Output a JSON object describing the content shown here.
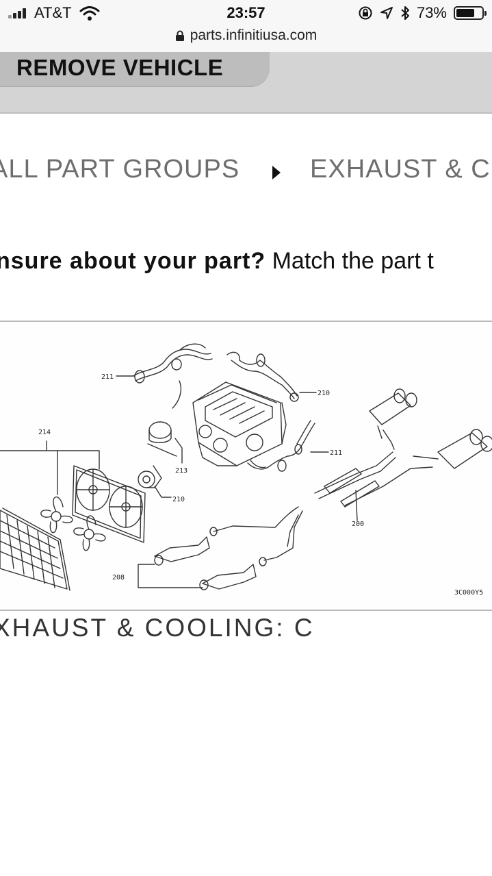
{
  "status_bar": {
    "carrier": "AT&T",
    "time": "23:57",
    "battery": "73%",
    "battery_level": 0.73
  },
  "browser": {
    "url": "parts.infinitiusa.com"
  },
  "header": {
    "remove_vehicle_label": "REMOVE VEHICLE"
  },
  "breadcrumb": {
    "items": [
      "ALL PART GROUPS",
      "EXHAUST & C"
    ]
  },
  "helper": {
    "bold_text": "nsure about your part?",
    "text": " Match the part t"
  },
  "diagram": {
    "callouts": [
      "211",
      "210",
      "214",
      "213",
      "210",
      "211",
      "200",
      "208"
    ],
    "code": "3C000Y5"
  },
  "group_title": "XHAUST & COOLING: C"
}
